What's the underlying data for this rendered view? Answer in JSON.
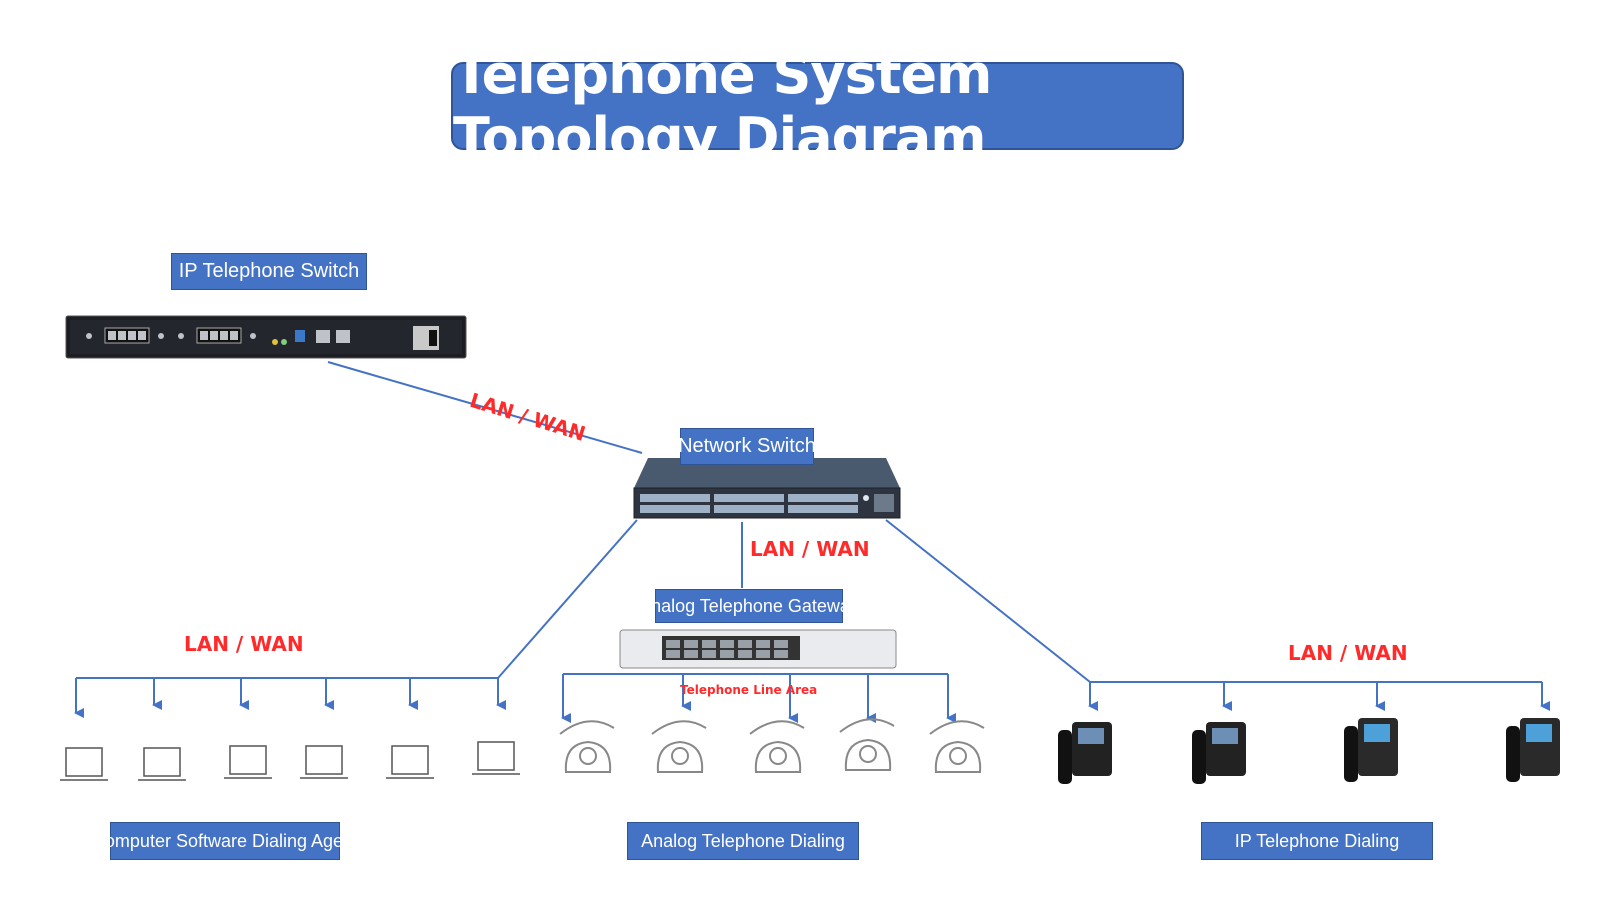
{
  "title": "Telephone System Topology Diagram",
  "nodes": {
    "ip_switch": "IP Telephone Switch",
    "network_switch": "Network Switch",
    "analog_gateway": "Analog Telephone Gateway",
    "line_area": "Telephone Line Area"
  },
  "groups": {
    "computer": "Computer Software Dialing Agent",
    "analog": "Analog Telephone Dialing",
    "ip": "IP Telephone Dialing"
  },
  "link_label": "LAN / WAN",
  "colors": {
    "accent": "#4472c4",
    "line": "#4472c4",
    "link_text": "#ff2a2a"
  }
}
